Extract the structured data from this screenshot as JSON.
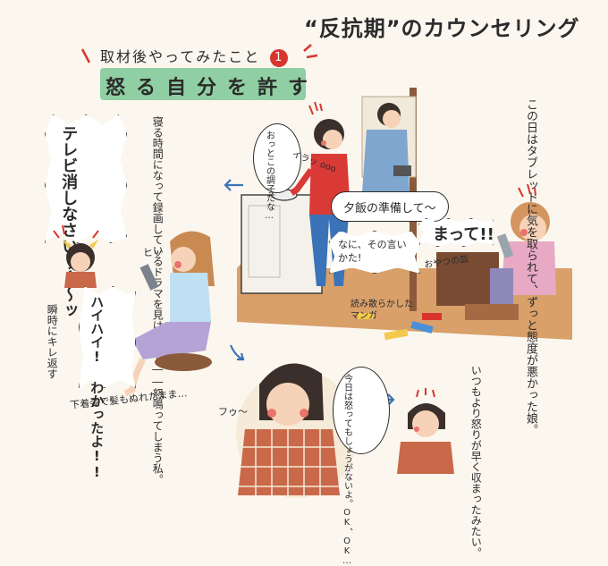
{
  "header": {
    "series_title": "“反抗期”のカウンセリング",
    "subtitle": "取材後やってみたこと",
    "step_number": "1",
    "heading": "怒る自分を許す"
  },
  "panels": {
    "intro": {
      "narration": "この日はタブレットに気を取られて、ずっと態度が悪かった娘。",
      "mom_thought": "おっとこの調子だな…",
      "mom_sfx": "イラッ ooo",
      "mom_speech": "夕飯の準備して〜",
      "daughter_speech": "まって!!",
      "mom_retort": "なに、その言いかた!",
      "label_snack_plate": "おやつの皿",
      "label_manga": "読み散らかしたマンガ"
    },
    "tv": {
      "narration": "寝る時間になって録画しているドラマを見はじめて――怒鳴ってしまう私。",
      "mom_shout": "テレビ消しなさい〜〜〜ッ",
      "daughter_sfx": "ヒッ",
      "daughter_reply": "ハイハイ! わかったよ!!",
      "side_note": "瞬時にキレ返す",
      "caption": "下着姿で髪もぬれたまま…"
    },
    "calm": {
      "mom_sfx": "フゥ〜",
      "mom_thought": "今日は怒ってもしょうがないよ。OK、OK…",
      "narration": "いつもより怒りが早く収まったみたい。"
    }
  },
  "colors": {
    "background": "#fbf7ef",
    "heading_green": "#8fcfa3",
    "accent_red": "#d8352f",
    "arrow_blue": "#3a73b8",
    "mom_shirt": "#d93a35",
    "dad_shirt": "#7fa6cf",
    "daughter_top": "#e7a9c4",
    "floor": "#d9a06a",
    "plaid": "#c9694a"
  },
  "icons": {
    "arrows": "blue-arrow-icon",
    "anger_marks": "red-anger-icon"
  }
}
